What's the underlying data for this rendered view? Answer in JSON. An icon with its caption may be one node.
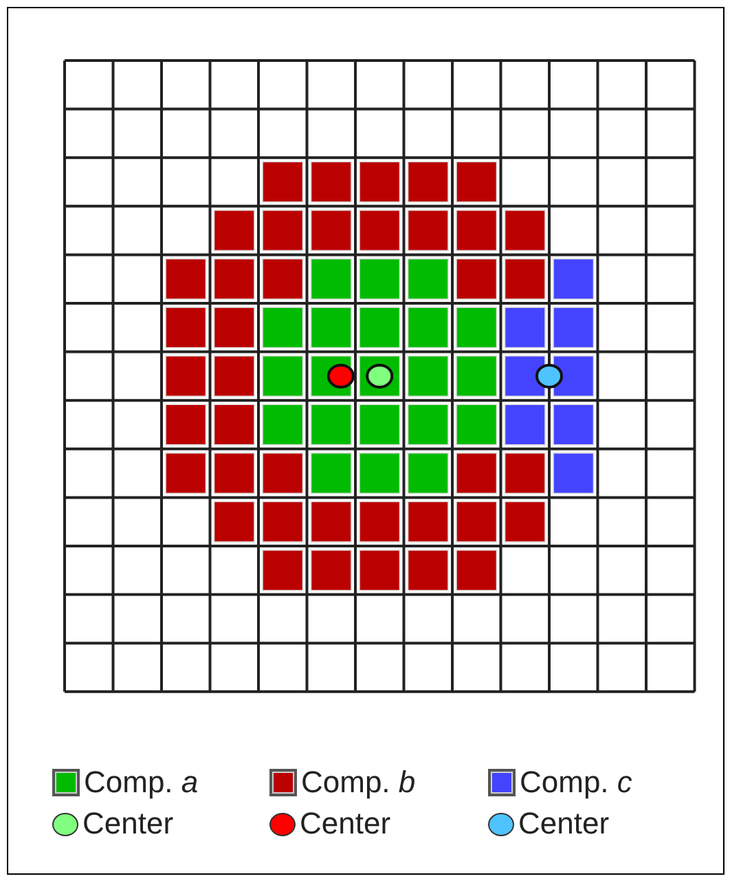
{
  "diagram": {
    "legend": [
      {
        "text": "Comp. *a*",
        "color": "#00bb00"
      },
      {
        "text": "Comp. *b*",
        "color": "#bb0000"
      },
      {
        "text": "Comp. *c*",
        "color": "#4444ff"
      },
      {
        "text": "Center",
        "color": "#80ff80"
      },
      {
        "text": "Center",
        "color": "#ff0000"
      },
      {
        "text": "Center",
        "color": "#4fc3ff"
      }
    ]
  }
}
